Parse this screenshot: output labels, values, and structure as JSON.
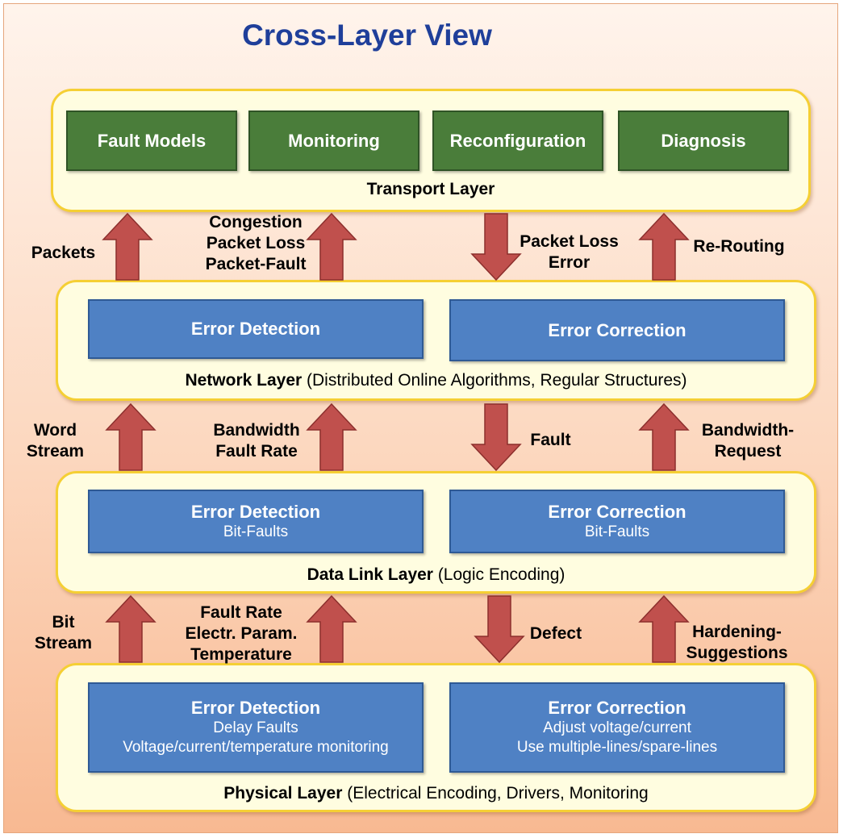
{
  "title": "Cross-Layer View",
  "colors": {
    "layer_fill": "#fffde0",
    "layer_border": "#f5cf34",
    "green_box": "#4a7d3a",
    "blue_box": "#4f81c4",
    "arrow": "#c0504d",
    "title": "#1f3f9a"
  },
  "transport": {
    "label": "Transport Layer",
    "boxes": [
      "Fault Models",
      "Monitoring",
      "Reconfiguration",
      "Diagnosis"
    ]
  },
  "network": {
    "label_bold": "Network Layer",
    "label_rest": " (Distributed Online Algorithms, Regular Structures)",
    "detection": {
      "title": "Error Detection"
    },
    "correction": {
      "title": "Error Correction"
    }
  },
  "datalink": {
    "label_bold": "Data Link Layer",
    "label_rest": " (Logic Encoding)",
    "detection": {
      "title": "Error Detection",
      "lines": [
        "Bit-Faults"
      ]
    },
    "correction": {
      "title": "Error Correction",
      "lines": [
        "Bit-Faults"
      ]
    }
  },
  "physical": {
    "label_bold": "Physical Layer",
    "label_rest": " (Electrical Encoding, Drivers, Monitoring",
    "detection": {
      "title": "Error Detection",
      "lines": [
        "Delay Faults",
        "Voltage/current/temperature  monitoring"
      ]
    },
    "correction": {
      "title": "Error Correction",
      "lines": [
        "Adjust voltage/current",
        "Use multiple-lines/spare-lines"
      ]
    }
  },
  "arrows_top": {
    "a1": [
      "Packets"
    ],
    "a2": [
      "Congestion",
      "Packet Loss",
      "Packet-Fault"
    ],
    "a3": [
      "Packet Loss",
      "Error"
    ],
    "a4": [
      "Re-Routing"
    ]
  },
  "arrows_mid": {
    "a1": [
      "Word",
      "Stream"
    ],
    "a2": [
      "Bandwidth",
      "Fault Rate"
    ],
    "a3": [
      "Fault"
    ],
    "a4": [
      "Bandwidth-",
      "Request"
    ]
  },
  "arrows_bot": {
    "a1": [
      "Bit",
      "Stream"
    ],
    "a2": [
      "Fault Rate",
      "Electr. Param.",
      "Temperature"
    ],
    "a3": [
      "Defect"
    ],
    "a4": [
      "Hardening-",
      "Suggestions"
    ]
  }
}
